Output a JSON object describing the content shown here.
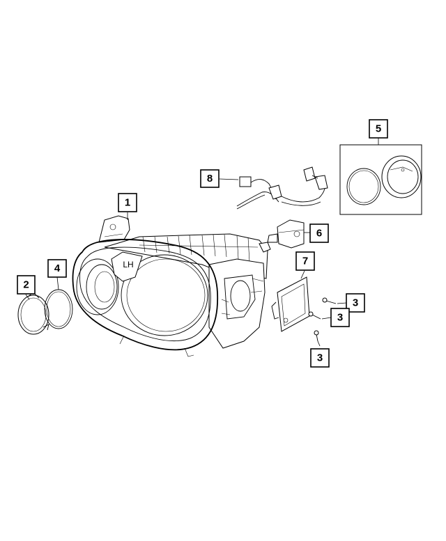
{
  "callouts": {
    "c1": "1",
    "c2": "2",
    "c3a": "3",
    "c3b": "3",
    "c3c": "3",
    "c4": "4",
    "c5": "5",
    "c6": "6",
    "c7": "7",
    "c8": "8"
  },
  "housing": {
    "lens_marking": "LH"
  },
  "colors": {
    "line": "#000000",
    "background": "#ffffff"
  }
}
